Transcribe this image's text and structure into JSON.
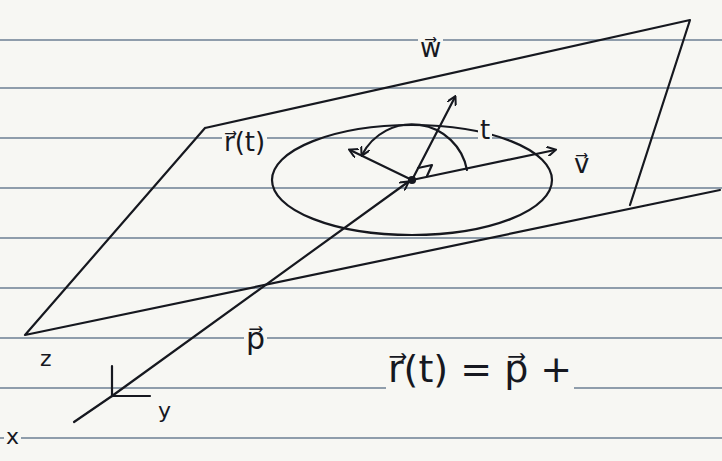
{
  "diagram": {
    "labels": [
      "r⃗(t)",
      "w⃗",
      "t",
      "v⃗",
      "p⃗",
      "r⃗(t) = p⃗ +",
      "z",
      "y",
      "x"
    ]
  }
}
